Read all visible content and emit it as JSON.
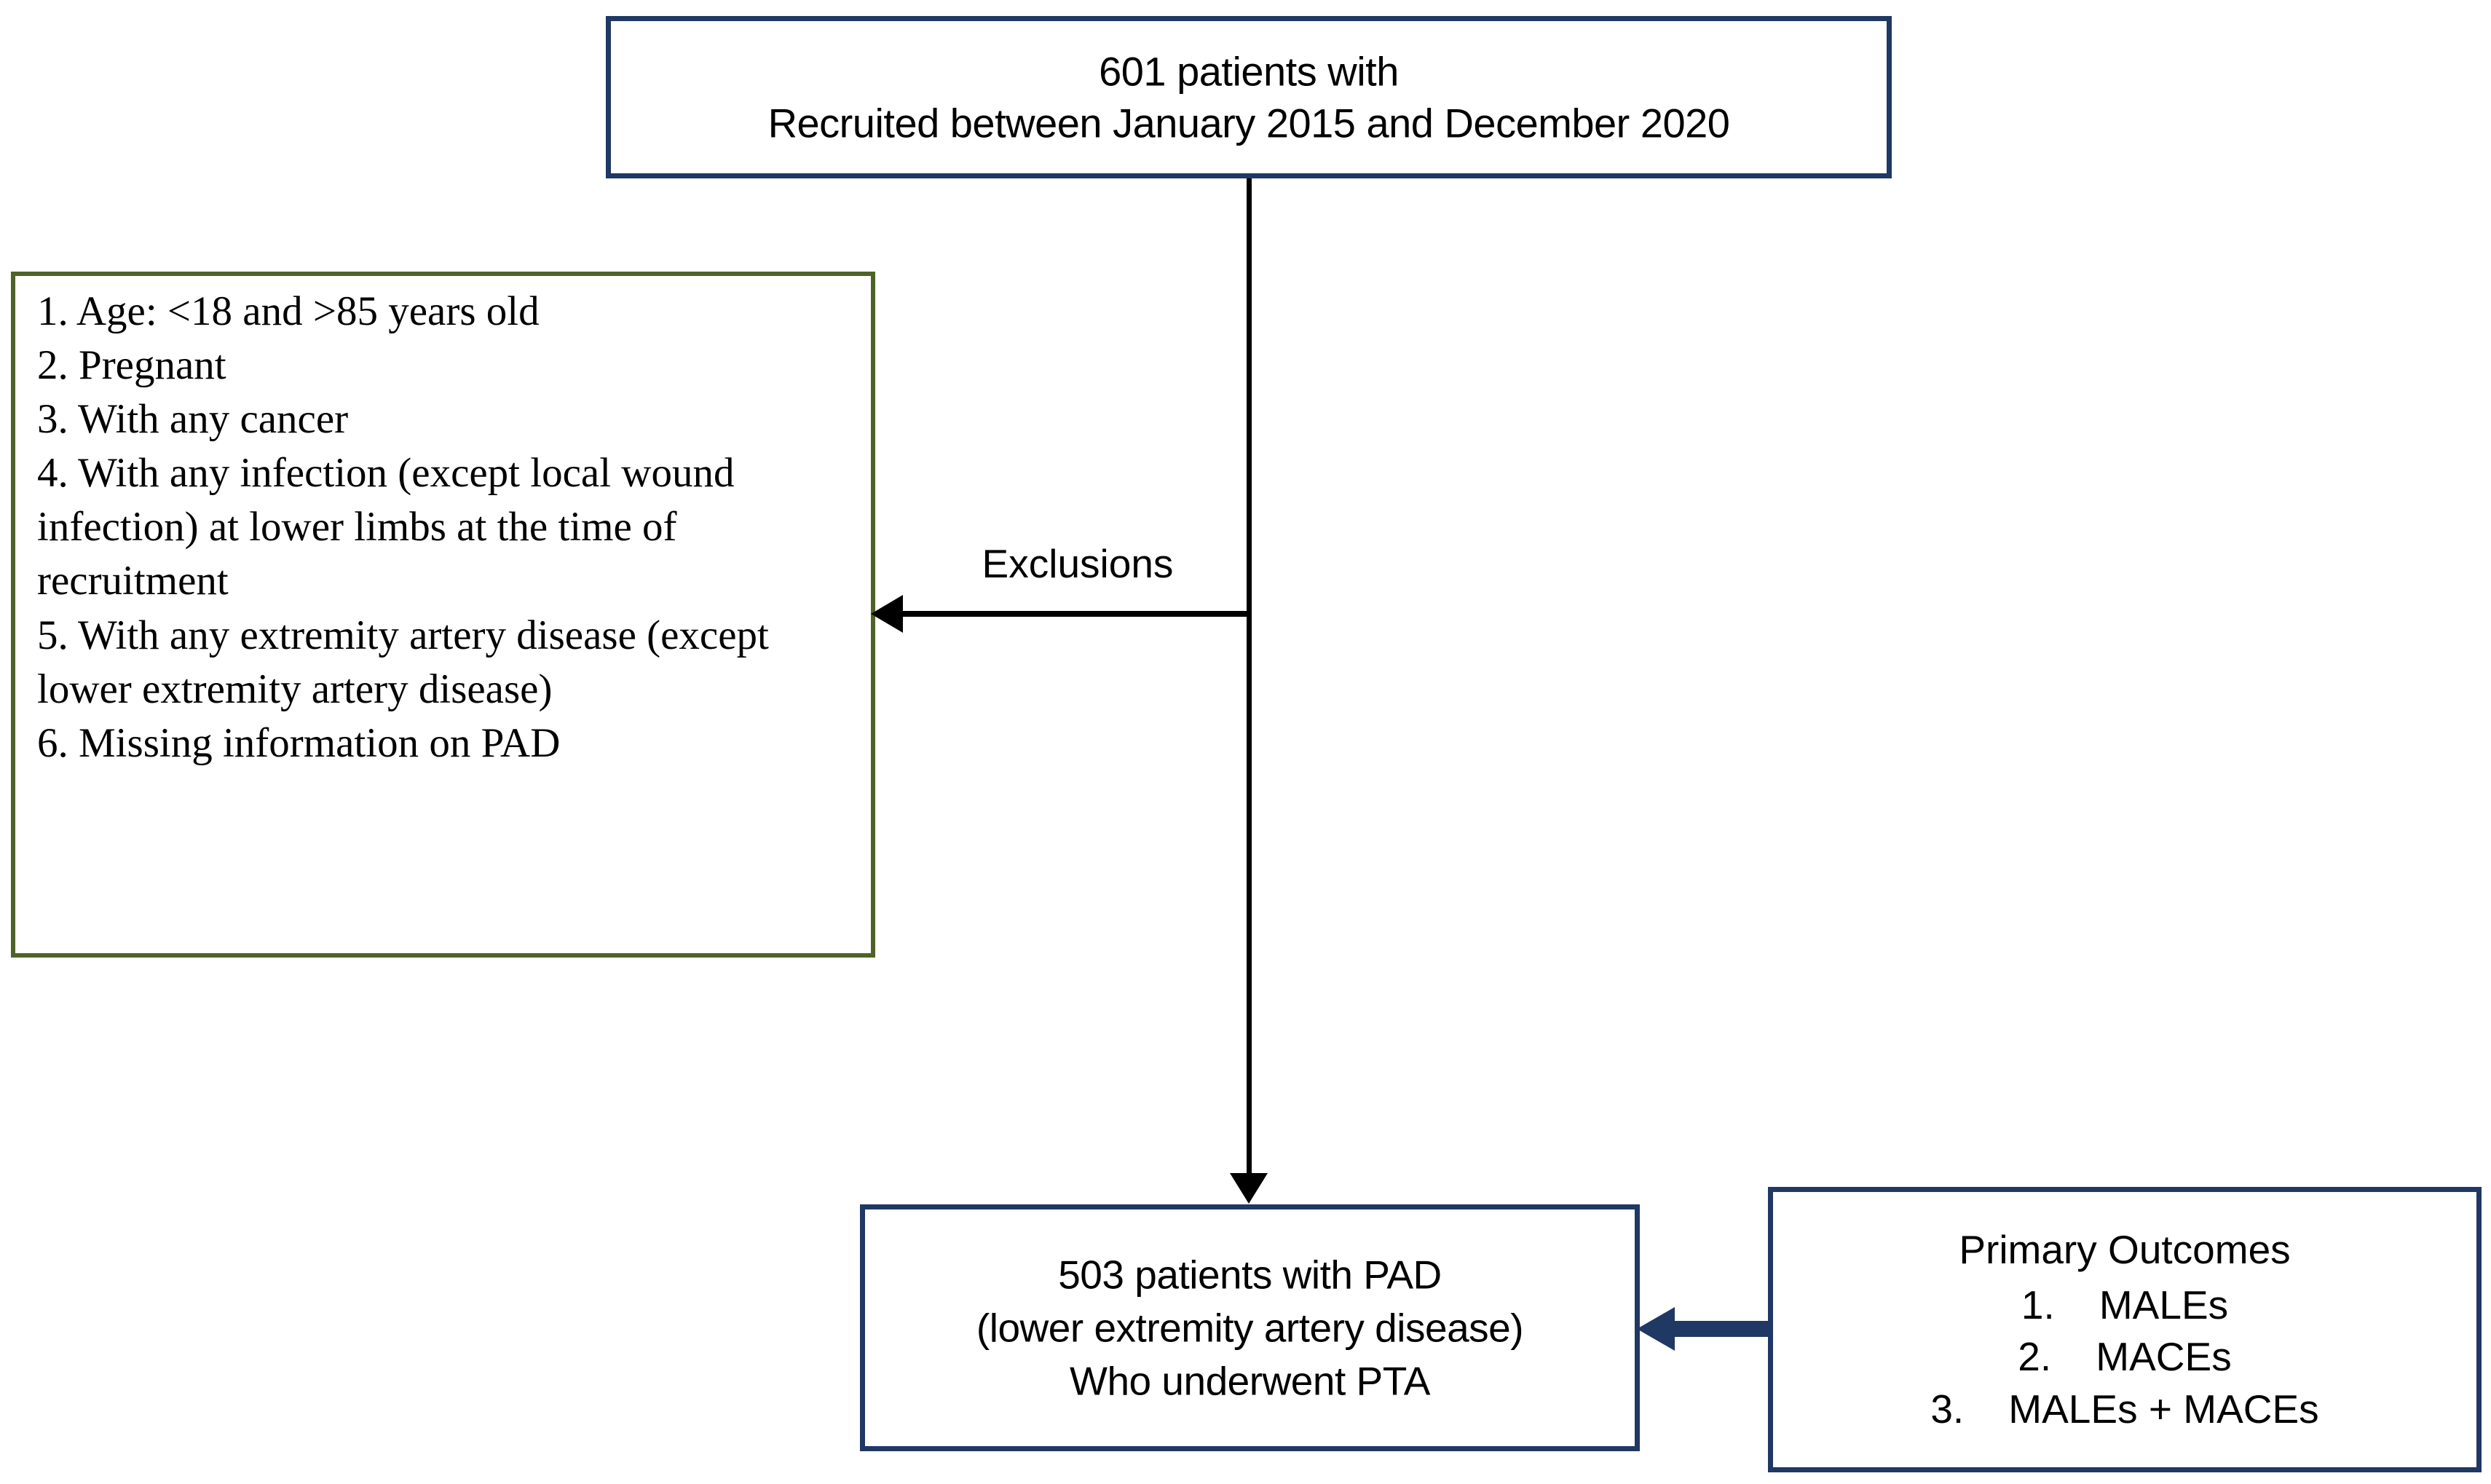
{
  "diagram": {
    "title": "Patient recruitment and exclusion flow diagram",
    "colors": {
      "navy_border": "#1F3864",
      "green_border": "#4F6228",
      "connector_black": "#000000",
      "connector_navy": "#1F3864",
      "background": "#FFFFFF"
    }
  },
  "top_box": {
    "line1": "601 patients with",
    "line2": "Recruited between January 2015 and December 2020"
  },
  "exclusions_box": {
    "items": [
      "1. Age: <18 and >85 years old",
      "2. Pregnant",
      "3. With any cancer",
      "4. With any infection (except local wound infection) at lower limbs at the time of recruitment",
      "5. With any extremity artery disease (except lower extremity artery disease)",
      "6.  Missing information on PAD"
    ]
  },
  "connector_labels": {
    "exclusions": "Exclusions"
  },
  "result_box": {
    "line1": "503 patients with PAD",
    "line2": "(lower extremity artery disease)",
    "line3": "Who underwent PTA"
  },
  "outcomes_box": {
    "title": "Primary Outcomes",
    "items": [
      "1.    MALEs",
      "2.    MACEs",
      "3.    MALEs + MACEs"
    ]
  }
}
